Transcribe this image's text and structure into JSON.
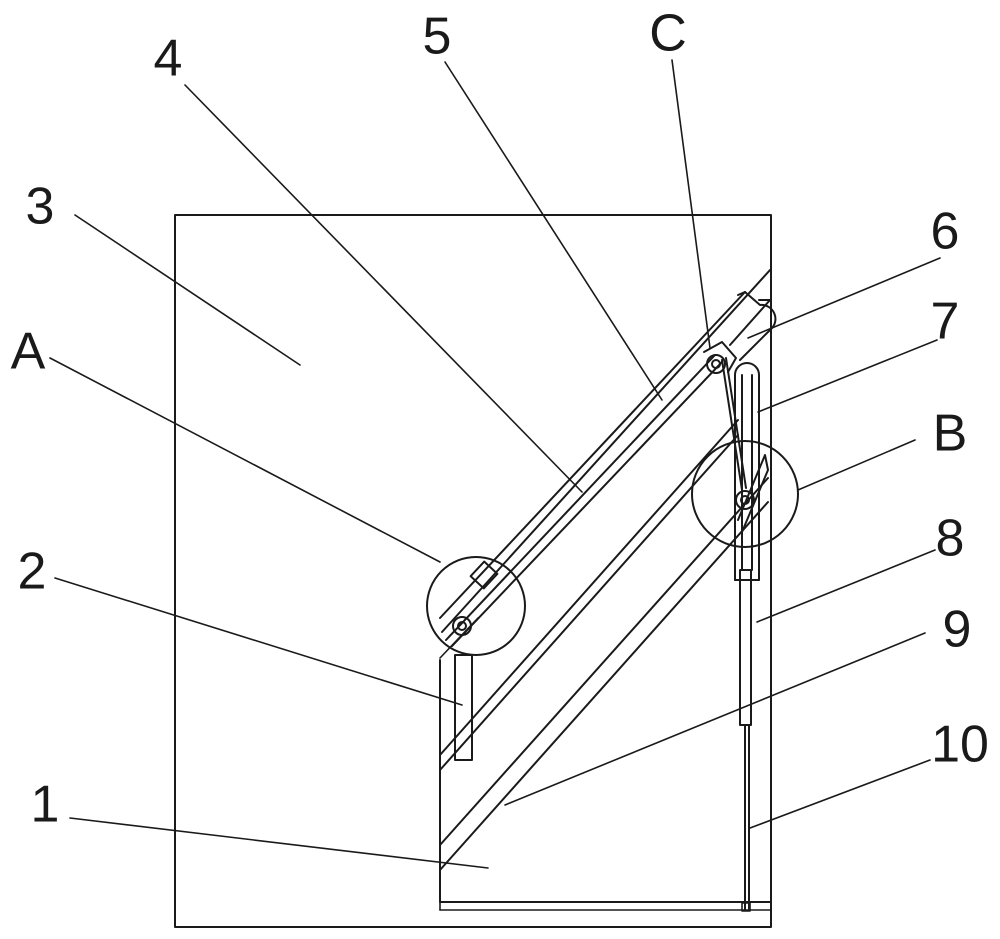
{
  "labels": {
    "l1": "1",
    "l2": "2",
    "l3": "3",
    "l4": "4",
    "l5": "5",
    "l6": "6",
    "l7": "7",
    "l8": "8",
    "l9": "9",
    "l10": "10",
    "lA": "A",
    "lB": "B",
    "lC": "C"
  }
}
